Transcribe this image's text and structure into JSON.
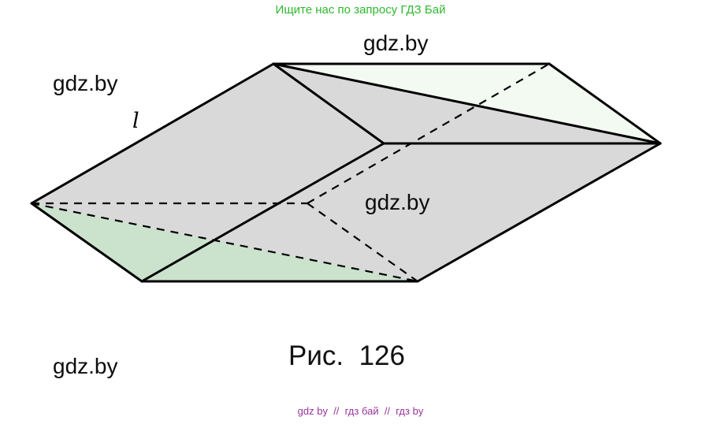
{
  "header": {
    "text": "Ищите нас по запросу ГДЗ Бай",
    "color": "#2eb82e"
  },
  "watermarks": {
    "top": "gdz.by",
    "left": "gdz.by",
    "middle": "gdz.by",
    "bottom_left": "gdz.by"
  },
  "figure": {
    "edge_label": "l",
    "caption": "Рис.  126"
  },
  "footer": {
    "text": "gdz by  //  гдз бай  //  гдз by",
    "color": "#993399"
  },
  "colors": {
    "face_gray": "#d9d9d9",
    "section_green": "#cbe3cd",
    "section_light": "#f3faf2",
    "line": "#000000",
    "text": "#111111"
  }
}
